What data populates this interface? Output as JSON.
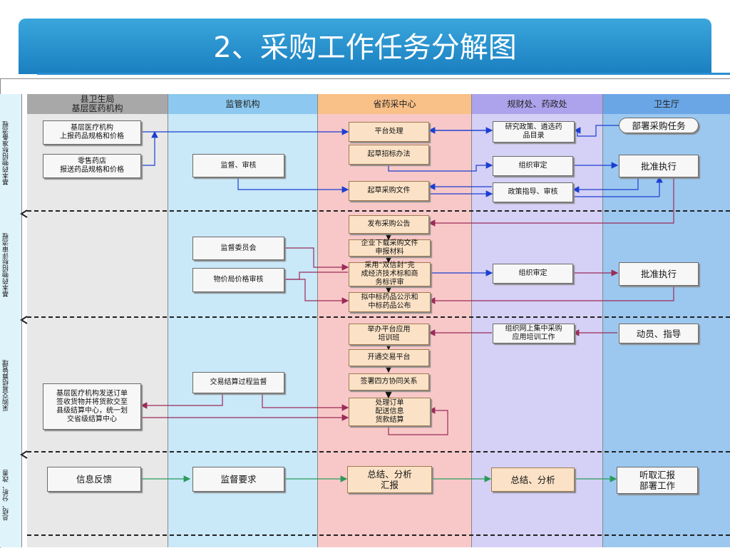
{
  "title": "2、采购工作任务分解图",
  "lanes": [
    {
      "id": "county",
      "label": "县卫生局\n基层医药机构"
    },
    {
      "id": "supervise",
      "label": "监管机构"
    },
    {
      "id": "center",
      "label": "省药采中心"
    },
    {
      "id": "finance",
      "label": "规财处、药政处"
    },
    {
      "id": "health",
      "label": "卫生厅"
    }
  ],
  "phases": [
    {
      "label": "基本药物招标准备流程"
    },
    {
      "label": "基本药物招标评审流程"
    },
    {
      "label": "采购交易结算管理"
    },
    {
      "label": "总结、分析、改善"
    }
  ],
  "nodes": {
    "n_report": "基层医疗机构\n上报药品规格和价格",
    "n_retail": "零售药店\n报送药品规格和价格",
    "n_platform": "平台处理",
    "n_research": "研究政策、遴选药\n品目录",
    "n_deploy": "部署采购任务",
    "n_draft_method": "起草招标办法",
    "n_org_review1": "组织审定",
    "n_approve1": "批准执行",
    "n_monitor": "监督、审核",
    "n_draft_doc": "起草采购文件",
    "n_policy": "政策指导、审核",
    "n_announce": "发布采购公告",
    "n_download": "企业下载采购文件\n申报材料",
    "n_committee": "监督委员会",
    "n_evaluate": "采用“双信封”完\n成经济技术标和商\n务标评审",
    "n_org_review2": "组织审定",
    "n_approve2": "批准执行",
    "n_price": "物价局价格审核",
    "n_publicity": "拟中标药品公示和\n中标药品公布",
    "n_training": "举办平台应用\n培训班",
    "n_org_training": "组织网上集中采购\n应用培训工作",
    "n_mobilize": "动员、指导",
    "n_open": "开通交易平台",
    "n_sign": "签署四方协同关系",
    "n_settle_monitor": "交易结算过程监督",
    "n_order_flow": "基层医疗机构发送订单\n签收货物并将货款交至\n县级结算中心，统一划\n交省级结算中心",
    "n_process": "处理订单\n配送信息\n货款结算",
    "n_feedback": "信息反馈",
    "n_require": "监督要求",
    "n_summary": "总结、分析\n汇报",
    "n_summary2": "总结、分析",
    "n_hear": "听取汇报\n部署工作"
  }
}
